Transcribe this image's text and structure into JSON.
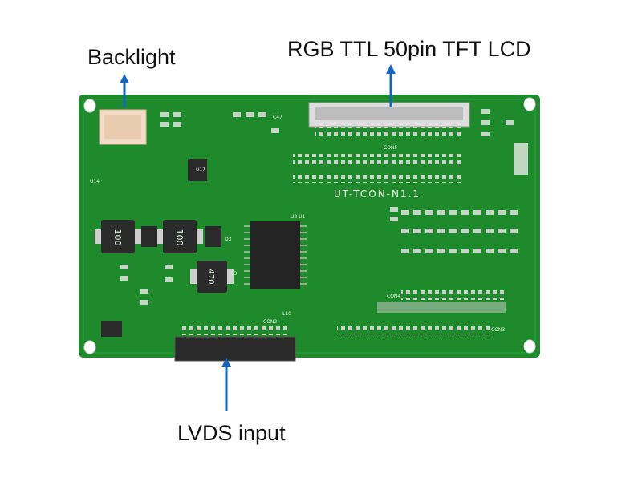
{
  "labels": {
    "backlight": "Backlight",
    "rgb_connector": "RGB TTL 50pin TFT LCD",
    "lvds_input": "LVDS input"
  },
  "board": {
    "model": "UT-TCON-N1.1",
    "inductor_100_a": "100",
    "inductor_100_b": "100",
    "inductor_470": "470",
    "connectors": {
      "con5": "CON5",
      "con2": "CON2",
      "con3": "CON3",
      "con4": "CON4"
    },
    "refs": {
      "u1": "U2 U1",
      "u14": "U14",
      "u17": "U17",
      "l3": "L3",
      "d3": "D3",
      "l10": "L10",
      "c47": "C47"
    }
  },
  "colors": {
    "pcb": "#1f8a2c",
    "arrow": "#1565c0",
    "silkscreen": "#e8f5e8"
  }
}
